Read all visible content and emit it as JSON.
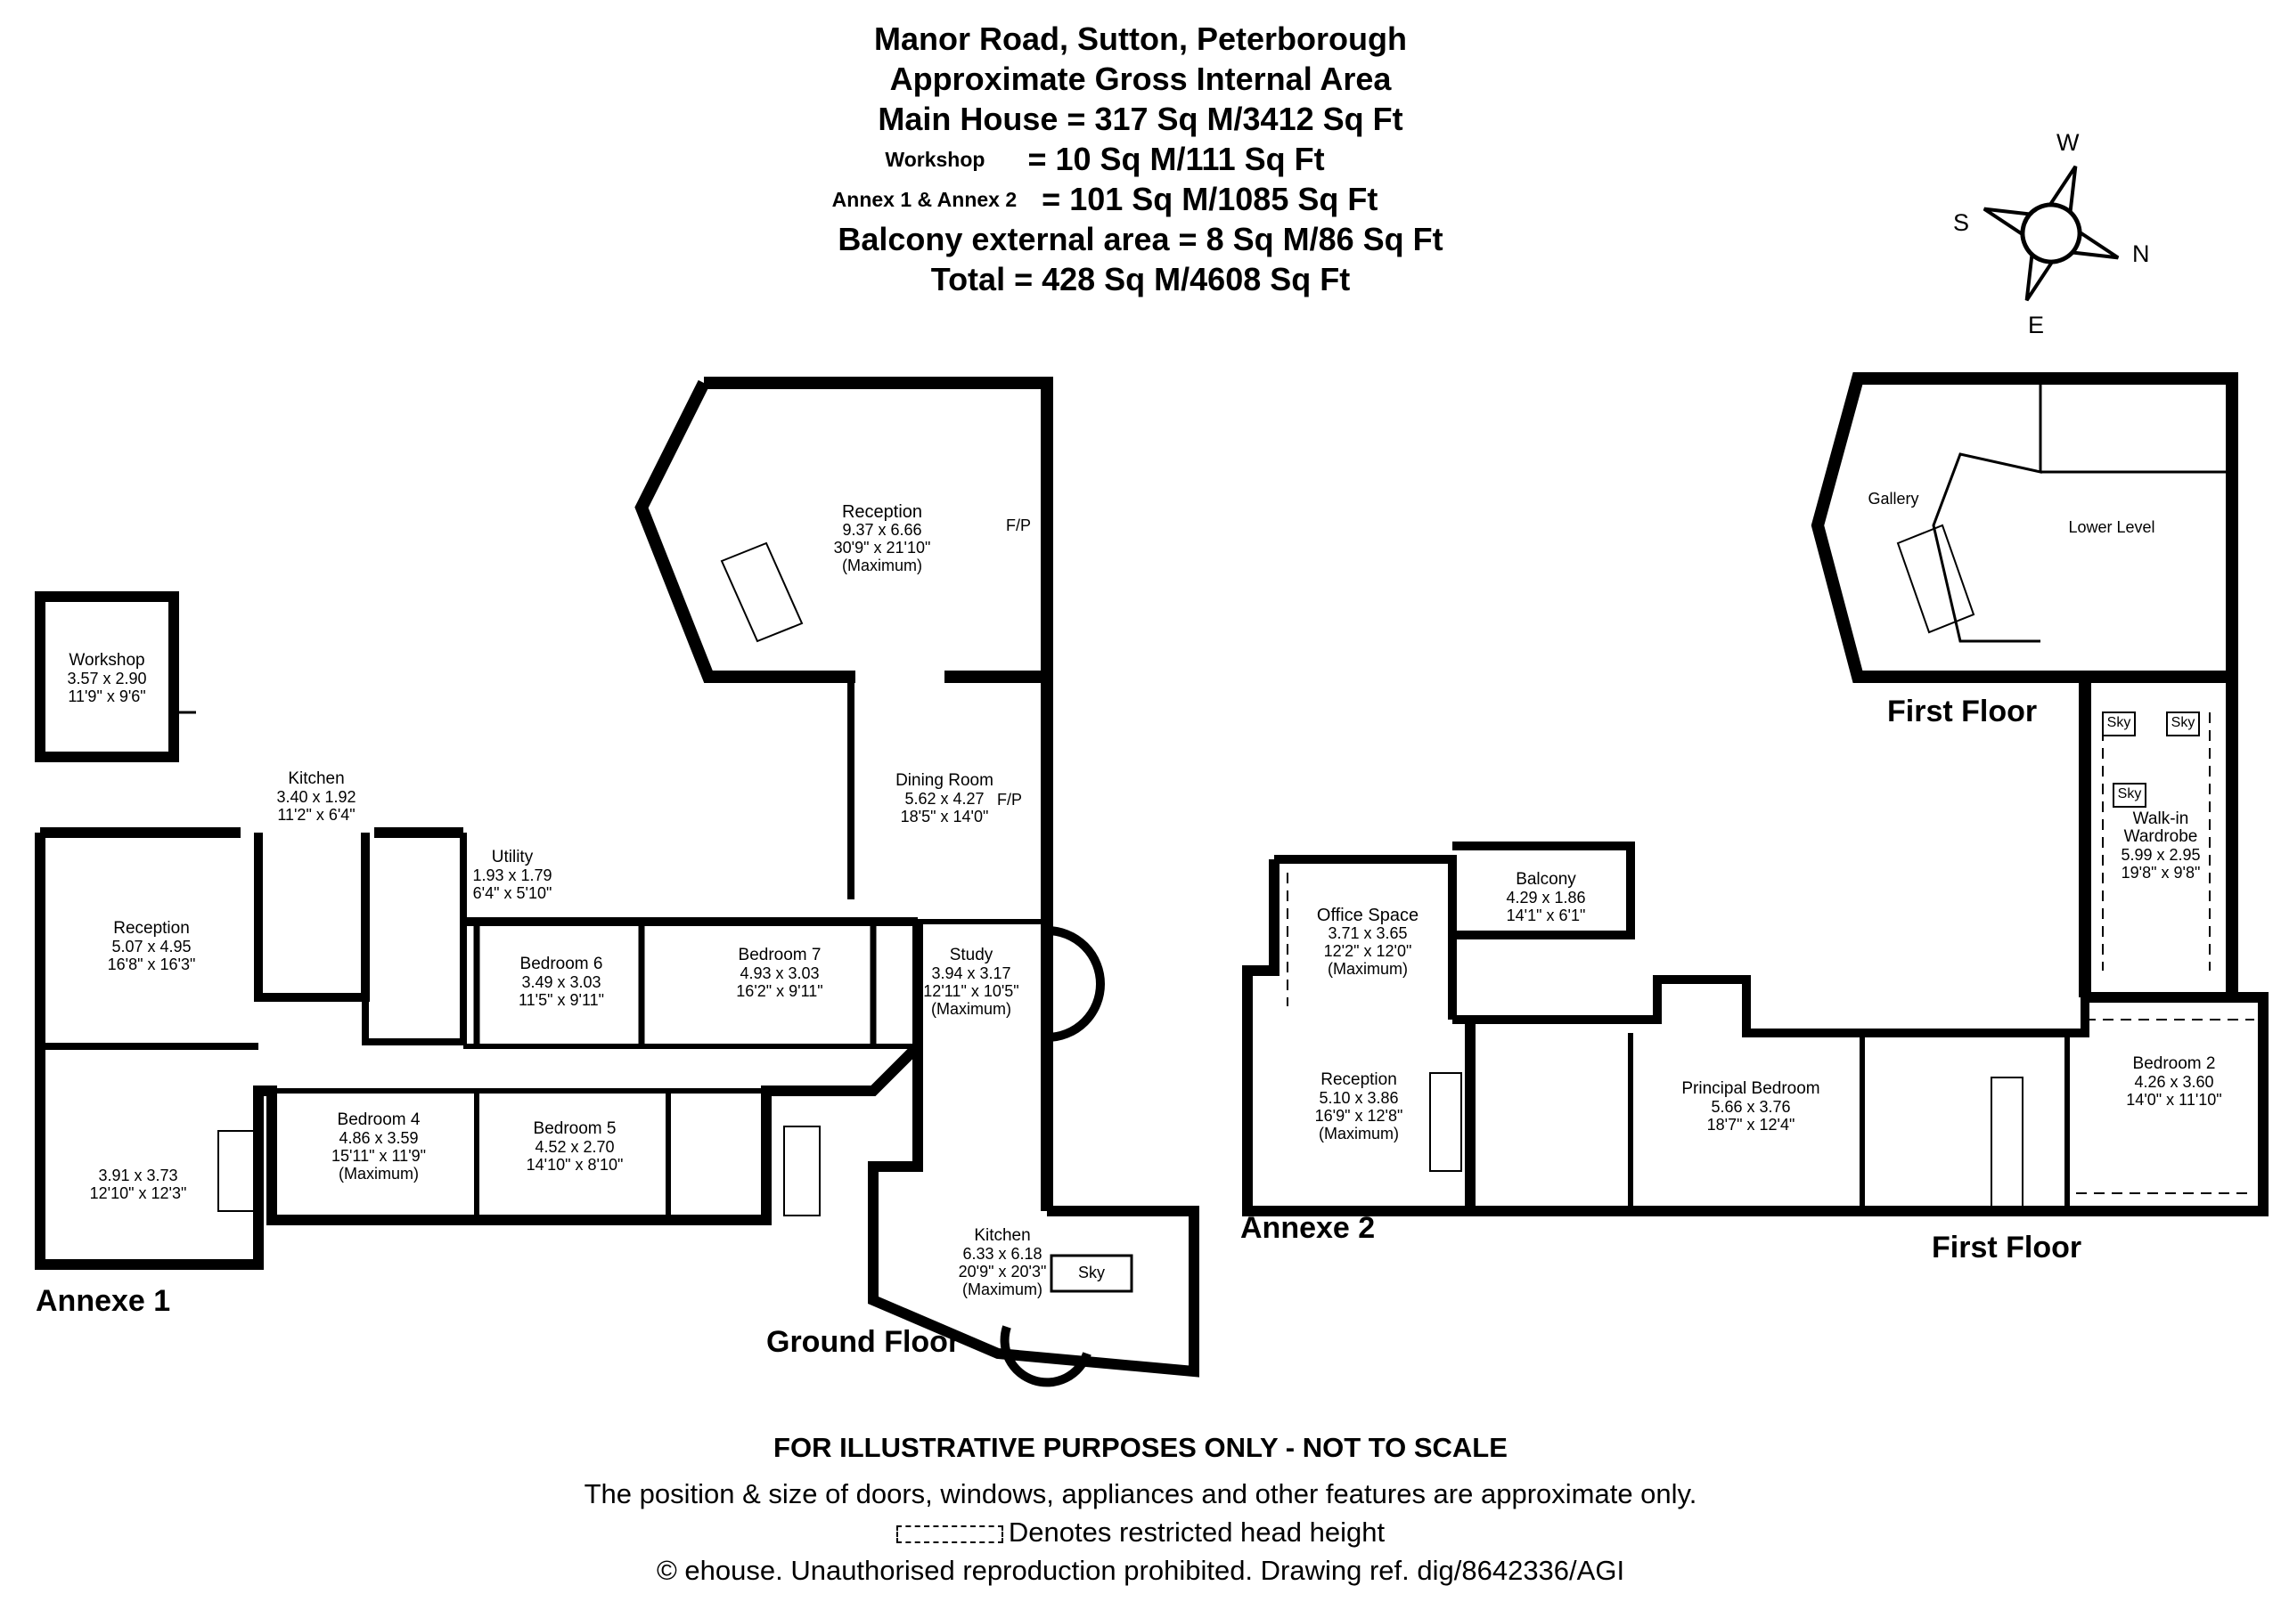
{
  "header": {
    "title": "Manor Road, Sutton, Peterborough",
    "subtitle": "Approximate Gross Internal Area",
    "main_house": "Main House = 317 Sq M/3412 Sq Ft",
    "workshop_label": "Workshop",
    "workshop_value": "= 10 Sq M/111 Sq Ft",
    "annex_label": "Annex 1 & Annex 2",
    "annex_value": "= 101 Sq M/1085 Sq Ft",
    "balcony": "Balcony external area = 8 Sq M/86 Sq Ft",
    "total": "Total = 428 Sq M/4608 Sq Ft"
  },
  "compass": {
    "w": "W",
    "s": "S",
    "n": "N",
    "e": "E"
  },
  "rooms": {
    "reception_main": {
      "name": "Reception",
      "m": "9.37 x 6.66",
      "ft": "30'9\" x 21'10\"",
      "note": "(Maximum)"
    },
    "fp1": "F/P",
    "fp2": "F/P",
    "dining": {
      "name": "Dining Room",
      "m": "5.62 x 4.27",
      "ft": "18'5\" x 14'0\""
    },
    "study": {
      "name": "Study",
      "m": "3.94 x 3.17",
      "ft": "12'11\" x 10'5\"",
      "note": "(Maximum)"
    },
    "kitchen_main": {
      "name": "Kitchen",
      "m": "6.33 x 6.18",
      "ft": "20'9\" x 20'3\"",
      "note": "(Maximum)"
    },
    "sky_kitchen": "Sky",
    "bedroom7": {
      "name": "Bedroom 7",
      "m": "4.93 x 3.03",
      "ft": "16'2\" x 9'11\""
    },
    "bedroom6": {
      "name": "Bedroom 6",
      "m": "3.49 x 3.03",
      "ft": "11'5\" x 9'11\""
    },
    "bedroom5": {
      "name": "Bedroom 5",
      "m": "4.52 x 2.70",
      "ft": "14'10\" x 8'10\""
    },
    "bedroom4": {
      "name": "Bedroom 4",
      "m": "4.86 x 3.59",
      "ft": "15'11\" x 11'9\"",
      "note": "(Maximum)"
    },
    "utility": {
      "name": "Utility",
      "m": "1.93 x 1.79",
      "ft": "6'4\" x 5'10\""
    },
    "kitchen_annex": {
      "name": "Kitchen",
      "m": "3.40 x 1.92",
      "ft": "11'2\" x 6'4\""
    },
    "reception_annex1": {
      "name": "Reception",
      "m": "5.07 x 4.95",
      "ft": "16'8\" x 16'3\""
    },
    "annex1_room": {
      "m": "3.91 x 3.73",
      "ft": "12'10\" x 12'3\""
    },
    "workshop": {
      "name": "Workshop",
      "m": "3.57 x 2.90",
      "ft": "11'9\" x 9'6\""
    },
    "office": {
      "name": "Office Space",
      "m": "3.71 x 3.65",
      "ft": "12'2\" x 12'0\"",
      "note": "(Maximum)"
    },
    "balcony": {
      "name": "Balcony",
      "m": "4.29 x 1.86",
      "ft": "14'1\" x 6'1\""
    },
    "reception_annex2": {
      "name": "Reception",
      "m": "5.10 x 3.86",
      "ft": "16'9\" x 12'8\"",
      "note": "(Maximum)"
    },
    "principal": {
      "name": "Principal Bedroom",
      "m": "5.66 x 3.76",
      "ft": "18'7\" x 12'4\""
    },
    "bedroom2": {
      "name": "Bedroom 2",
      "m": "4.26 x 3.60",
      "ft": "14'0\" x 11'10\""
    },
    "wardrobe": {
      "name1": "Walk-in",
      "name2": "Wardrobe",
      "m": "5.99 x 2.95",
      "ft": "19'8\" x 9'8\""
    },
    "sky1": "Sky",
    "sky2": "Sky",
    "sky3": "Sky",
    "gallery": "Gallery",
    "lower_level": "Lower Level"
  },
  "labels": {
    "first_floor_top": "First Floor",
    "first_floor_bottom": "First Floor",
    "ground_floor": "Ground Floor",
    "annexe1": "Annexe 1",
    "annexe2": "Annexe 2"
  },
  "footer": {
    "line1": "FOR ILLUSTRATIVE PURPOSES ONLY - NOT TO SCALE",
    "line2": "The position & size of doors, windows, appliances and other features are approximate only.",
    "line3": "Denotes restricted head height",
    "line4": "© ehouse. Unauthorised reproduction prohibited. Drawing ref. dig/8642336/AGI"
  }
}
